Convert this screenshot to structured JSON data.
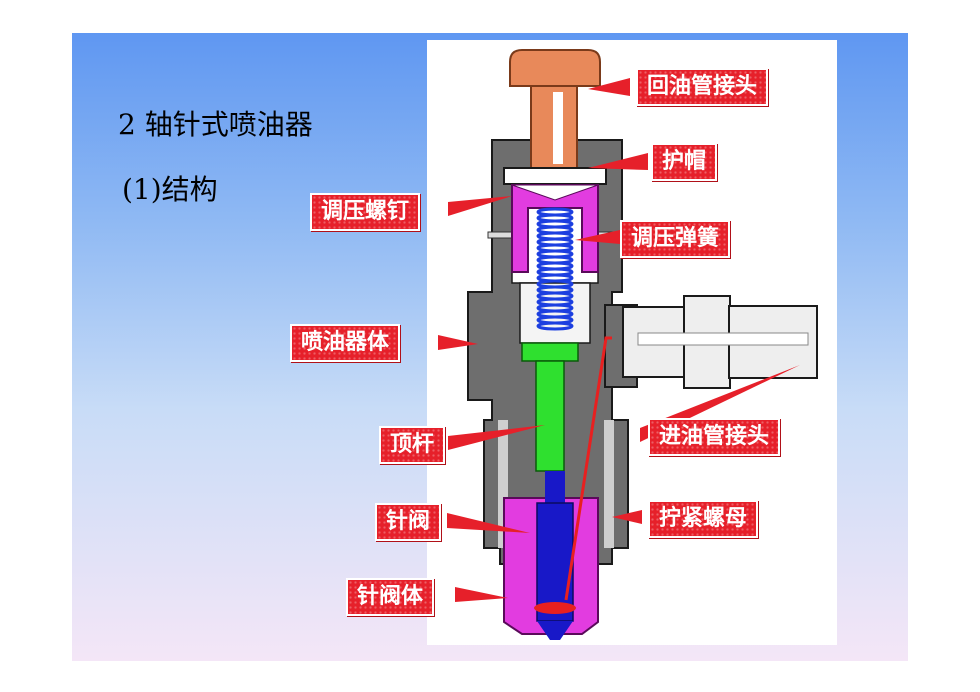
{
  "slide": {
    "heading": "2  轴针式喷油器",
    "subheading": "(1)结构"
  },
  "labels": {
    "return_oil_connector": "回油管接头",
    "protective_cap": "护帽",
    "pressure_screw": "调压螺钉",
    "pressure_spring": "调压弹簧",
    "injector_body": "喷油器体",
    "inlet_connector": "进油管接头",
    "push_rod": "顶杆",
    "needle_valve": "针阀",
    "tightening_nut": "拧紧螺母",
    "needle_valve_body": "针阀体"
  },
  "colors": {
    "callout": "#e6202a",
    "body_gray": "#6e6e6e",
    "connector_orange": "#e8895a",
    "screw_magenta": "#e23ce0",
    "spring_blue": "#1c3fe0",
    "push_rod_green": "#2fe02f",
    "needle_blue": "#1818c8"
  }
}
